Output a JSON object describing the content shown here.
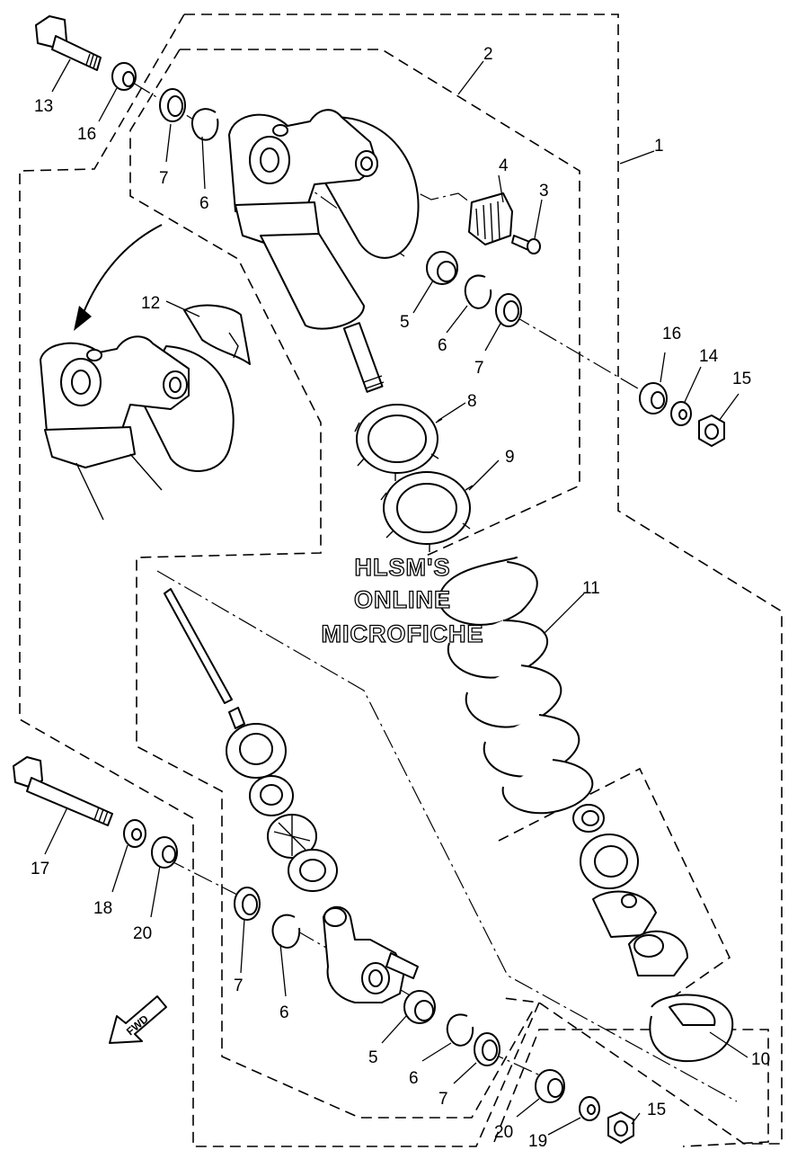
{
  "callouts": [
    {
      "id": "c1",
      "label": "1"
    },
    {
      "id": "c2",
      "label": "2"
    },
    {
      "id": "c3",
      "label": "3"
    },
    {
      "id": "c4",
      "label": "4"
    },
    {
      "id": "c5a",
      "label": "5"
    },
    {
      "id": "c5b",
      "label": "5"
    },
    {
      "id": "c6a",
      "label": "6"
    },
    {
      "id": "c6b",
      "label": "6"
    },
    {
      "id": "c6c",
      "label": "6"
    },
    {
      "id": "c6d",
      "label": "6"
    },
    {
      "id": "c7a",
      "label": "7"
    },
    {
      "id": "c7b",
      "label": "7"
    },
    {
      "id": "c7c",
      "label": "7"
    },
    {
      "id": "c7d",
      "label": "7"
    },
    {
      "id": "c8",
      "label": "8"
    },
    {
      "id": "c9",
      "label": "9"
    },
    {
      "id": "c10",
      "label": "10"
    },
    {
      "id": "c11",
      "label": "11"
    },
    {
      "id": "c12",
      "label": "12"
    },
    {
      "id": "c13",
      "label": "13"
    },
    {
      "id": "c14",
      "label": "14"
    },
    {
      "id": "c15a",
      "label": "15"
    },
    {
      "id": "c15b",
      "label": "15"
    },
    {
      "id": "c16a",
      "label": "16"
    },
    {
      "id": "c16b",
      "label": "16"
    },
    {
      "id": "c17",
      "label": "17"
    },
    {
      "id": "c18",
      "label": "18"
    },
    {
      "id": "c19",
      "label": "19"
    },
    {
      "id": "c20a",
      "label": "20"
    },
    {
      "id": "c20b",
      "label": "20"
    }
  ],
  "watermark": {
    "line1": "HLSM'S",
    "line2": "ONLINE",
    "line3": "MICROFICHE"
  },
  "direction_badge": "FWD",
  "colors": {
    "ink": "#000000",
    "paper": "#ffffff"
  }
}
